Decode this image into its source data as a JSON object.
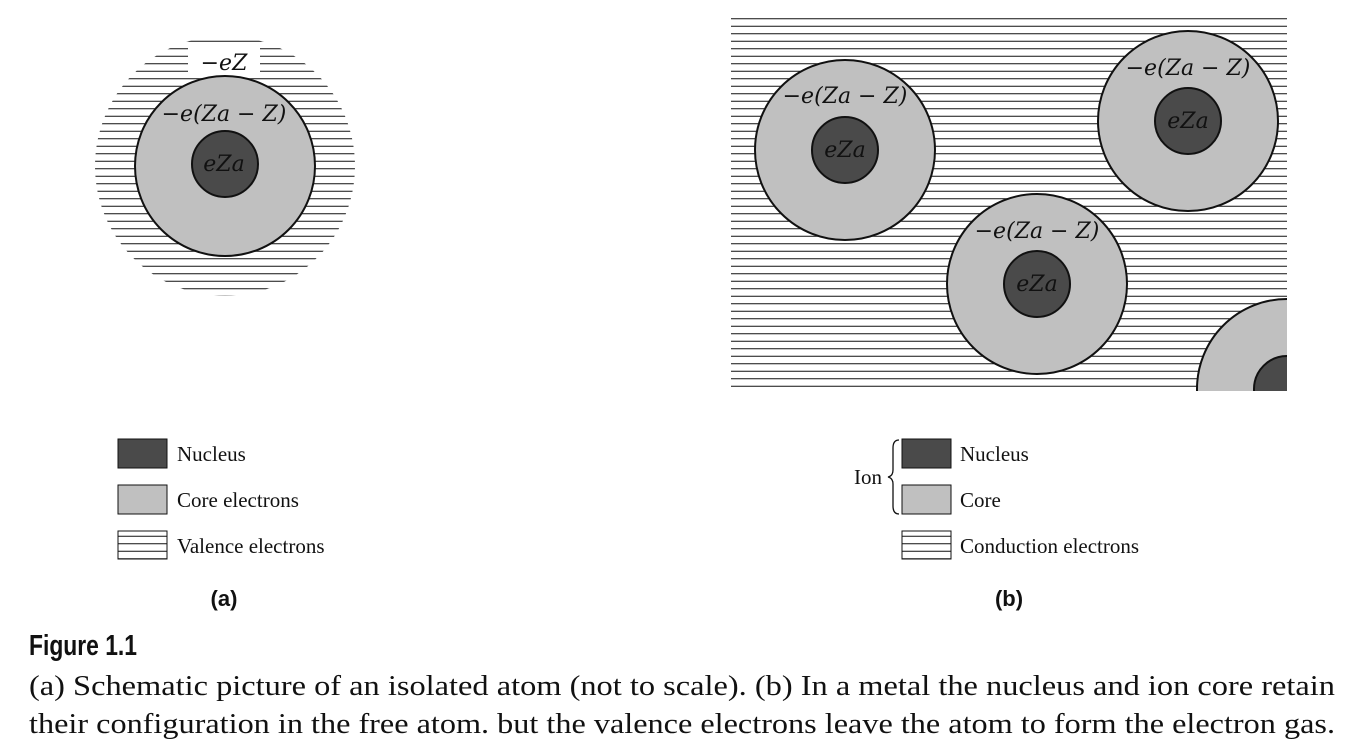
{
  "panel_a": {
    "label": "(a)",
    "outer_charge": "−eZ",
    "core_charge": "−e(Za − Z)",
    "nucleus_charge": "eZa",
    "legend": {
      "nucleus": "Nucleus",
      "core": "Core electrons",
      "valence": "Valence electrons"
    }
  },
  "panel_b": {
    "label": "(b)",
    "ion_label": "Ion",
    "ions": [
      {
        "core_charge": "−e(Za − Z)",
        "nucleus_charge": "eZa"
      },
      {
        "core_charge": "−e(Za − Z)",
        "nucleus_charge": "eZa"
      },
      {
        "core_charge": "−e(Za − Z)",
        "nucleus_charge": "eZa"
      }
    ],
    "legend": {
      "nucleus": "Nucleus",
      "core": "Core",
      "conduction": "Conduction electrons"
    }
  },
  "figure": {
    "title": "Figure 1.1",
    "caption_line1": "(a) Schematic picture of an isolated atom (not to scale). (b) In a metal the nucleus and ion core retain",
    "caption_line2": "their configuration in the free atom. but the valence electrons leave the atom to form the electron gas."
  },
  "colors": {
    "nucleus": "#4a4a4a",
    "core": "#c0c0c0",
    "line": "#111111"
  }
}
